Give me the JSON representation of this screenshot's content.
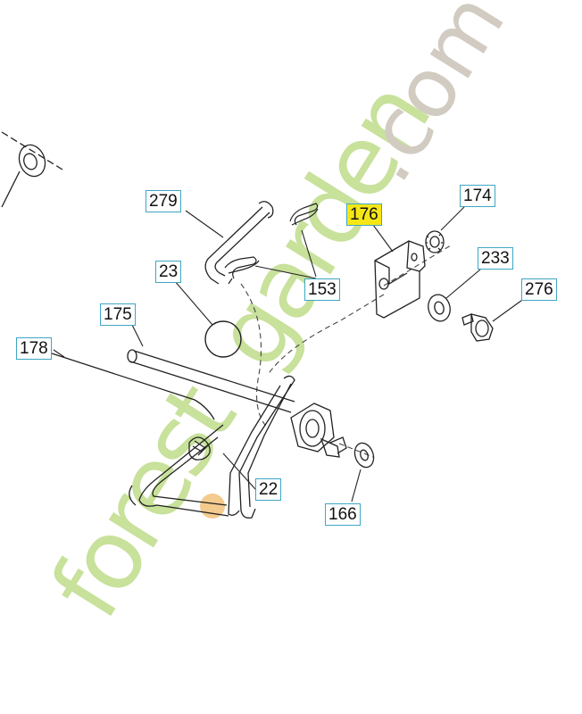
{
  "diagram": {
    "highlight_color": "#f5e616",
    "label_border_color": "#3fa6c4",
    "watermark": {
      "text_green": "forestgarden",
      "text_grey": ".com",
      "green_color": "#bfdc8a",
      "orange_color": "#f3c27a",
      "grey_color": "#c9c2b6"
    },
    "labels": [
      {
        "id": "p279",
        "text": "279"
      },
      {
        "id": "p176",
        "text": "176",
        "highlighted": true
      },
      {
        "id": "p174",
        "text": "174"
      },
      {
        "id": "p23",
        "text": "23"
      },
      {
        "id": "p233",
        "text": "233"
      },
      {
        "id": "p276",
        "text": "276"
      },
      {
        "id": "p153",
        "text": "153"
      },
      {
        "id": "p175",
        "text": "175"
      },
      {
        "id": "p178",
        "text": "178"
      },
      {
        "id": "p22",
        "text": "22"
      },
      {
        "id": "p166",
        "text": "166"
      }
    ]
  }
}
